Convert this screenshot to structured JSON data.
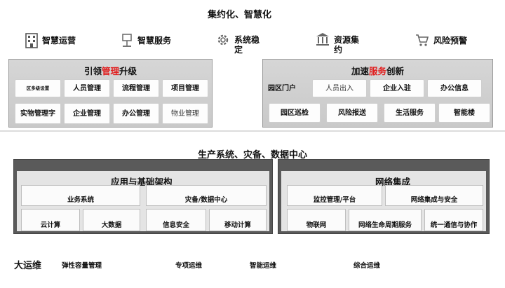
{
  "top_title": "集约化、智慧化",
  "pillars": [
    {
      "label": "智慧运营",
      "icon": "building-icon"
    },
    {
      "label": "智慧服务",
      "icon": "kiosk-icon"
    },
    {
      "label": "系统稳定",
      "icon": "gear-icon"
    },
    {
      "label": "资源集约",
      "icon": "bank-icon"
    },
    {
      "label": "风险预警",
      "icon": "cart-icon"
    }
  ],
  "left_panel": {
    "title_pre": "引领",
    "title_highlight": "管理",
    "title_post": "升级",
    "row1": [
      "区多级设置",
      "人员管理",
      "流程管理",
      "项目管理"
    ],
    "row2": [
      "实物管理字",
      "企业管理",
      "办公管理",
      "物业管理"
    ]
  },
  "right_panel": {
    "title_pre": "加速",
    "title_highlight": "服务",
    "title_post": "创新",
    "row1": [
      "园区门户",
      "人员出入",
      "企业入驻",
      "办公信息"
    ],
    "row2": [
      "园区巡检",
      "风险报送",
      "生活服务",
      "智能楼"
    ]
  },
  "center_title": "生产系统、灾备、数据中心",
  "app_panel": {
    "title": "应用与基础架构",
    "boxes": [
      "业务系统",
      "灾备/数据中心",
      "云计算",
      "大数据",
      "信息安全",
      "移动计算"
    ]
  },
  "net_panel": {
    "title": "网络集成",
    "boxes": [
      "监控管理/平台",
      "网络集成与安全",
      "物联网",
      "网络生命周期服务",
      "统一通信与协作"
    ]
  },
  "ops": {
    "title": "大运维",
    "items": [
      "弹性容量管理",
      "专项运维",
      "智能运维",
      "综合运维"
    ]
  },
  "colors": {
    "highlight": "#e02020",
    "panel": "#cfcfcf",
    "dark_panel": "#5a5a5a"
  }
}
